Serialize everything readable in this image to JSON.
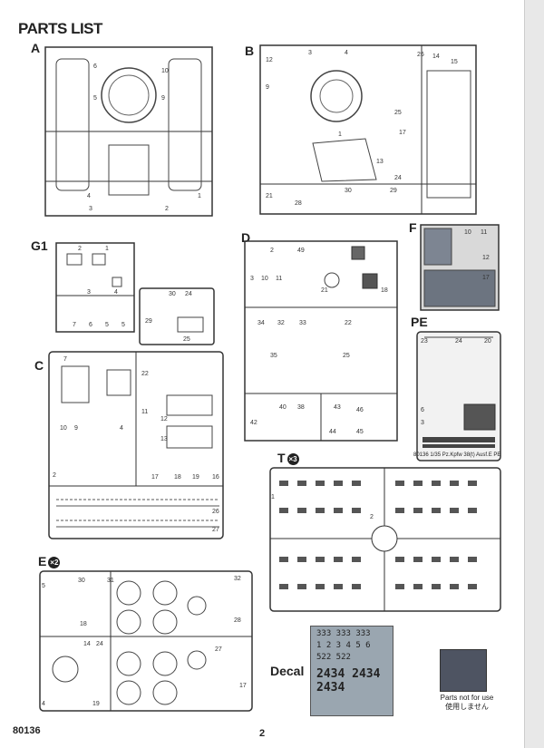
{
  "page_title": "PARTS LIST",
  "sprues": {
    "a": "A",
    "b": "B",
    "g1": "G1",
    "d": "D",
    "f": "F",
    "pe": "PE",
    "c": "C",
    "t": "T",
    "t_mult": "×3",
    "e": "E",
    "e_mult": "×2"
  },
  "pe_caption": "80136   1/35 Pz.Kpfw 38(t) Ausf.E   PE",
  "decal": {
    "label": "Decal",
    "rows": [
      "333 333 333",
      "1 2 3 4 5 6",
      "522 522",
      "2434 2434 2434"
    ]
  },
  "not_for_use": {
    "line1": "Parts not for use",
    "line2": "使用しません"
  },
  "footer": {
    "kit_number": "80136",
    "page_number": "2"
  }
}
